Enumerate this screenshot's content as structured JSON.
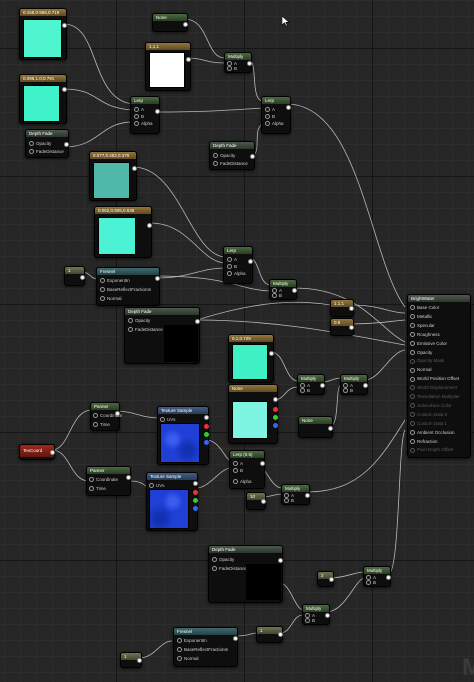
{
  "nodes": {
    "color_teal_top": {
      "title": "0.158,0.958,0.719"
    },
    "color_teal_mid": {
      "title": "0.098,1.0,0.791"
    },
    "depth_fade_1": {
      "title": "Depth Fade",
      "pins": [
        "Opacity",
        "FadeDistance"
      ]
    },
    "lerp_1": {
      "title": "Lerp",
      "pins": [
        "A",
        "B",
        "Alpha"
      ]
    },
    "none_top": {
      "title": "None"
    },
    "const_111": {
      "title": "1,1,1"
    },
    "multiply_top": {
      "title": "Multiply",
      "pins": [
        "A",
        "B"
      ]
    },
    "lerp_2": {
      "title": "Lerp",
      "pins": [
        "A",
        "B",
        "Alpha"
      ]
    },
    "depth_fade_2": {
      "title": "Depth Fade",
      "pins": [
        "Opacity",
        "FadeDistance"
      ]
    },
    "color_dark_teal": {
      "title": "0.077,0.482,0.378"
    },
    "color_aqua": {
      "title": "0.062,0.905,0.638"
    },
    "lerp_3": {
      "title": "Lerp",
      "pins": [
        "A",
        "B",
        "Alpha"
      ]
    },
    "const_one_a": {
      "title": "1"
    },
    "fresnel_1": {
      "title": "Fresnel",
      "pins": [
        "ExponentIn",
        "BaseReflectFractionIn",
        "Normal"
      ]
    },
    "multiply_mid": {
      "title": "Multiply",
      "pins": [
        "A",
        "B"
      ]
    },
    "depth_fade_3": {
      "title": "Depth Fade",
      "pins": [
        "Opacity",
        "FadeDistance"
      ]
    },
    "const_tiny_1": {
      "title": "1,1,1"
    },
    "const_tiny_2": {
      "title": "0.8"
    },
    "brightwater": {
      "title": "BrightWater",
      "pins": [
        {
          "label": "Base Color",
          "active": true
        },
        {
          "label": "Metallic",
          "active": true
        },
        {
          "label": "Specular",
          "active": true
        },
        {
          "label": "Roughness",
          "active": true
        },
        {
          "label": "Emissive Color",
          "active": true
        },
        {
          "label": "Opacity",
          "active": true
        },
        {
          "label": "Opacity Mask",
          "active": false
        },
        {
          "label": "Normal",
          "active": true
        },
        {
          "label": "World Position Offset",
          "active": true
        },
        {
          "label": "World Displacement",
          "active": false
        },
        {
          "label": "Tessellation Multiplier",
          "active": false
        },
        {
          "label": "Subsurface Color",
          "active": false
        },
        {
          "label": "Custom Data 0",
          "active": false
        },
        {
          "label": "Custom Data 1",
          "active": false
        },
        {
          "label": "Ambient Occlusion",
          "active": true
        },
        {
          "label": "Refraction",
          "active": true
        },
        {
          "label": "Pixel Depth Offset",
          "active": false
        }
      ]
    },
    "color_cyan_small": {
      "title": "0,1,0.729"
    },
    "none_mid": {
      "title": "None"
    },
    "multiply_r1": {
      "title": "Multiply",
      "pins": [
        "A",
        "B"
      ]
    },
    "multiply_r2": {
      "title": "Multiply",
      "pins": [
        "A",
        "B"
      ]
    },
    "none_right": {
      "title": "None"
    },
    "panner_1": {
      "title": "Panner",
      "pins": [
        "Coordinate",
        "Time"
      ]
    },
    "panner_2": {
      "title": "Panner",
      "pins": [
        "Coordinate",
        "Time"
      ]
    },
    "texcoord": {
      "title": "TexCoord"
    },
    "texsample_1": {
      "title": "Texture Sample",
      "pins": [
        "UVs"
      ]
    },
    "texsample_2": {
      "title": "Texture Sample",
      "pins": [
        "UVs"
      ]
    },
    "lerp_4": {
      "title": "Lerp (0.5)",
      "pins": [
        "A",
        "B",
        "Alpha"
      ]
    },
    "const_10": {
      "title": "10"
    },
    "multiply_low": {
      "title": "Multiply",
      "pins": [
        "A",
        "B"
      ]
    },
    "depth_fade_4": {
      "title": "Depth Fade",
      "pins": [
        "Opacity",
        "FadeDistance"
      ]
    },
    "const_2": {
      "title": "2"
    },
    "multiply_bottom_r": {
      "title": "Multiply",
      "pins": [
        "A",
        "B"
      ]
    },
    "multiply_bottom": {
      "title": "Multiply",
      "pins": [
        "A",
        "B"
      ]
    },
    "fresnel_2": {
      "title": "Fresnel",
      "pins": [
        "ExponentIn",
        "BaseReflectFractionIn",
        "Normal"
      ]
    },
    "const_one_b": {
      "title": "1"
    },
    "const_one_c": {
      "title": "1"
    }
  },
  "colors": {
    "teal_top": "#4ff5cf",
    "teal_mid": "#3ff2c9",
    "white": "#ffffff",
    "dark_teal": "#4fb8a8",
    "aqua": "#4cf2d4",
    "cyan_small": "#3ff0c4",
    "aqua_large": "#7ef5e2",
    "water_blue": "#1f3fd6",
    "depth_black": "#000000",
    "wire": "#d6d6d6"
  },
  "icons": {
    "cursor": "mouse-cursor-icon",
    "watermark": "M"
  }
}
